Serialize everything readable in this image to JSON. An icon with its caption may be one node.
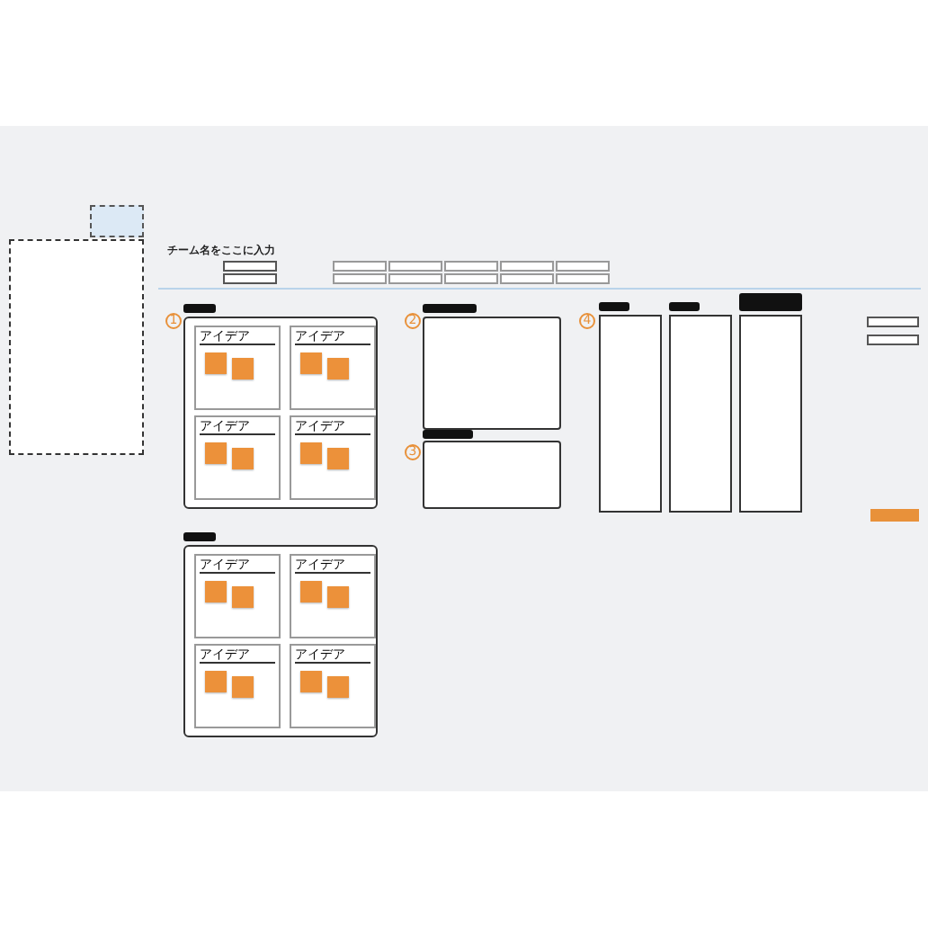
{
  "diagram": {
    "title": "チーム名をここに入力",
    "nodes": [
      {
        "text": [],
        "shape": "box"
      },
      {
        "text": [],
        "shape": "box"
      },
      {
        "text": [],
        "shape": "box"
      },
      {
        "text": [
          "アイデア"
        ],
        "in": 2
      },
      {
        "text": [
          "アイデア"
        ],
        "in": 2
      },
      {
        "text": [
          "アイデア"
        ],
        "in": 2
      },
      {
        "text": [
          "アイデア"
        ],
        "in": 2
      },
      {
        "text": [],
        "shape": "box",
        "in": 3
      },
      {
        "text": [],
        "shape": "box",
        "in": 3
      },
      {
        "text": [],
        "shape": "box",
        "in": 4
      },
      {
        "text": [],
        "shape": "box",
        "in": 4
      },
      {
        "text": [],
        "shape": "box",
        "in": 5
      },
      {
        "text": [],
        "shape": "box",
        "in": 5
      },
      {
        "text": [],
        "shape": "box",
        "in": 6
      },
      {
        "text": [],
        "shape": "box",
        "in": 6
      },
      {
        "text": [],
        "shape": "box"
      },
      {
        "text": [
          "アイデア"
        ],
        "in": 15
      },
      {
        "text": [
          "アイデア"
        ],
        "in": 15
      },
      {
        "text": [
          "アイデア"
        ],
        "in": 15
      },
      {
        "text": [
          "アイデア"
        ],
        "in": 15
      },
      {
        "text": [],
        "shape": "box",
        "in": 16
      },
      {
        "text": [],
        "shape": "box",
        "in": 16
      },
      {
        "text": [],
        "shape": "box",
        "in": 17
      },
      {
        "text": [],
        "shape": "box",
        "in": 17
      },
      {
        "text": [],
        "shape": "box",
        "in": 18
      },
      {
        "text": [],
        "shape": "box",
        "in": 18
      },
      {
        "text": [],
        "shape": "box",
        "in": 19
      },
      {
        "text": [],
        "shape": "box",
        "in": 19
      },
      {
        "text": [],
        "shape": "box"
      },
      {
        "text": [],
        "shape": "box"
      },
      {
        "text": [],
        "shape": "box"
      },
      {
        "text": [],
        "shape": "box"
      },
      {
        "text": [],
        "shape": "box"
      },
      {
        "text": [],
        "shape": "box"
      }
    ],
    "labels": [
      "1",
      "2",
      "3",
      "4"
    ]
  }
}
